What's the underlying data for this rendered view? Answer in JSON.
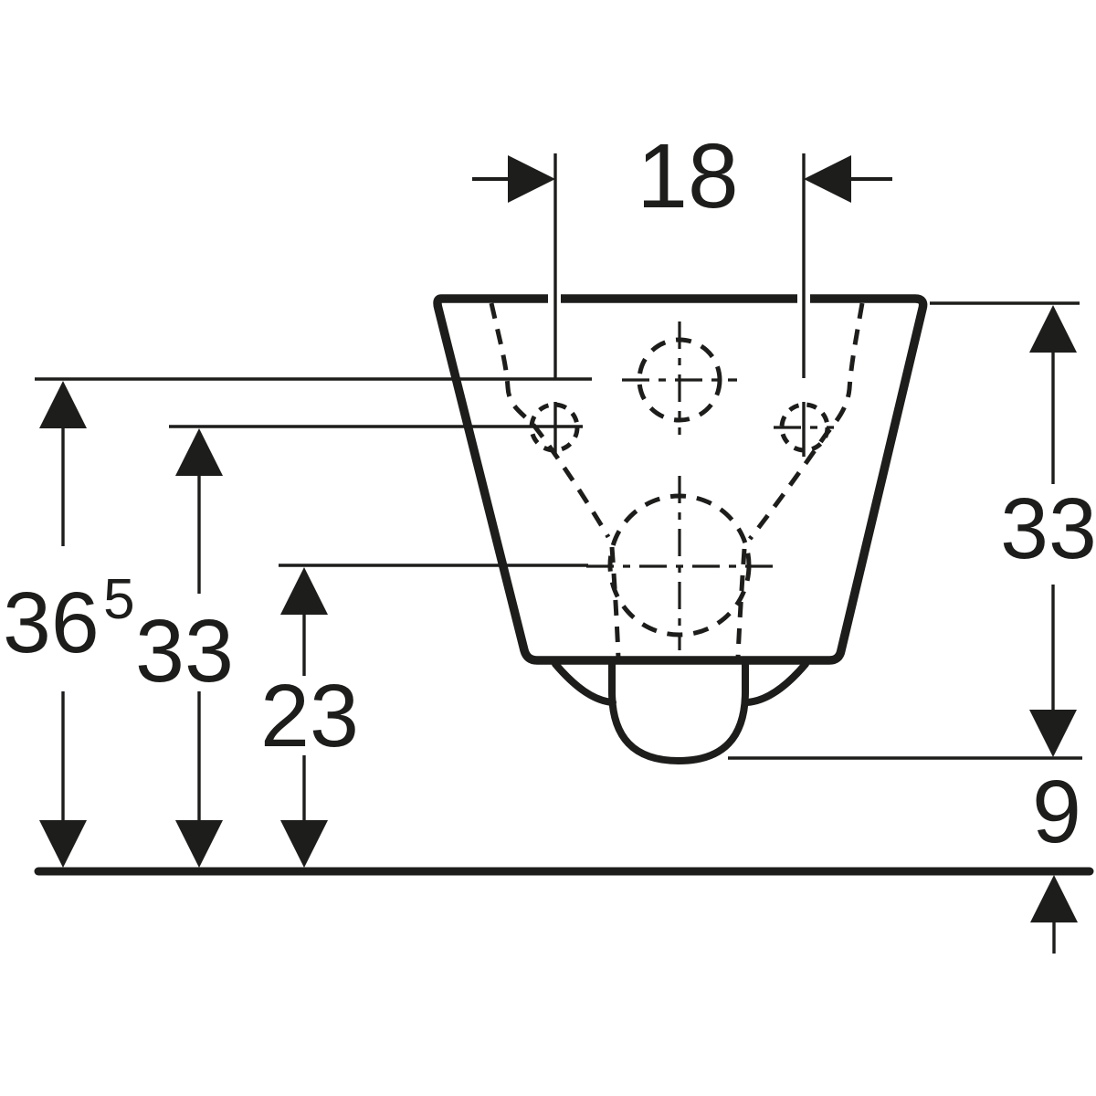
{
  "drawing": {
    "subject": "wall-hung-wc-rear-view-dimension-drawing",
    "colors": {
      "line": "#1d1d1b",
      "background": "#ffffff"
    },
    "dims": {
      "top_width": {
        "value": "18"
      },
      "left_outer": {
        "value": "36",
        "sup": "5"
      },
      "left_mid": {
        "value": "33"
      },
      "left_inner": {
        "value": "23"
      },
      "right_height": {
        "value": "33"
      },
      "right_bottom": {
        "value": "9"
      }
    }
  }
}
